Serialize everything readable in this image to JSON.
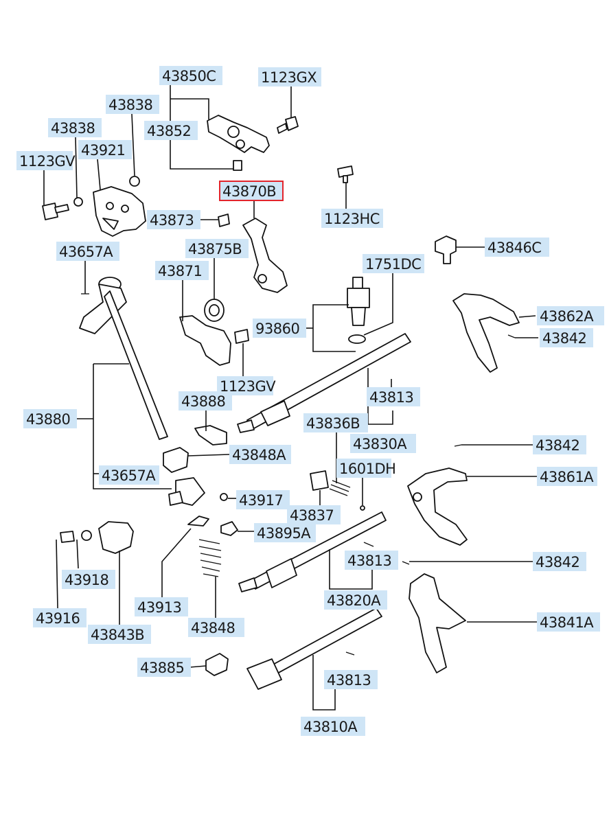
{
  "highlight_color": "#e3242b",
  "label_bg_color": "#cfe5f6",
  "labels": {
    "p43850C": "43850C",
    "p1123GX": "1123GX",
    "p43838a": "43838",
    "p43838b": "43838",
    "p43852": "43852",
    "p43921": "43921",
    "p1123GVa": "1123GV",
    "p43870B": "43870B",
    "p1123HC": "1123HC",
    "p43873": "43873",
    "p43846C": "43846C",
    "p43657Aa": "43657A",
    "p43875B": "43875B",
    "p1751DC": "1751DC",
    "p43871": "43871",
    "p43862A": "43862A",
    "p93860": "93860",
    "p43842a": "43842",
    "p1123GVb": "1123GV",
    "p43888": "43888",
    "p43813a": "43813",
    "p43880": "43880",
    "p43836B": "43836B",
    "p43830A": "43830A",
    "p43842b": "43842",
    "p43848A": "43848A",
    "p1601DH": "1601DH",
    "p43657Ab": "43657A",
    "p43861A": "43861A",
    "p43917": "43917",
    "p43837": "43837",
    "p43895A": "43895A",
    "p43813b": "43813",
    "p43842c": "43842",
    "p43918": "43918",
    "p43820A": "43820A",
    "p43913": "43913",
    "p43916": "43916",
    "p43841A": "43841A",
    "p43848": "43848",
    "p43843B": "43843B",
    "p43885": "43885",
    "p43813c": "43813",
    "p43810A": "43810A"
  }
}
